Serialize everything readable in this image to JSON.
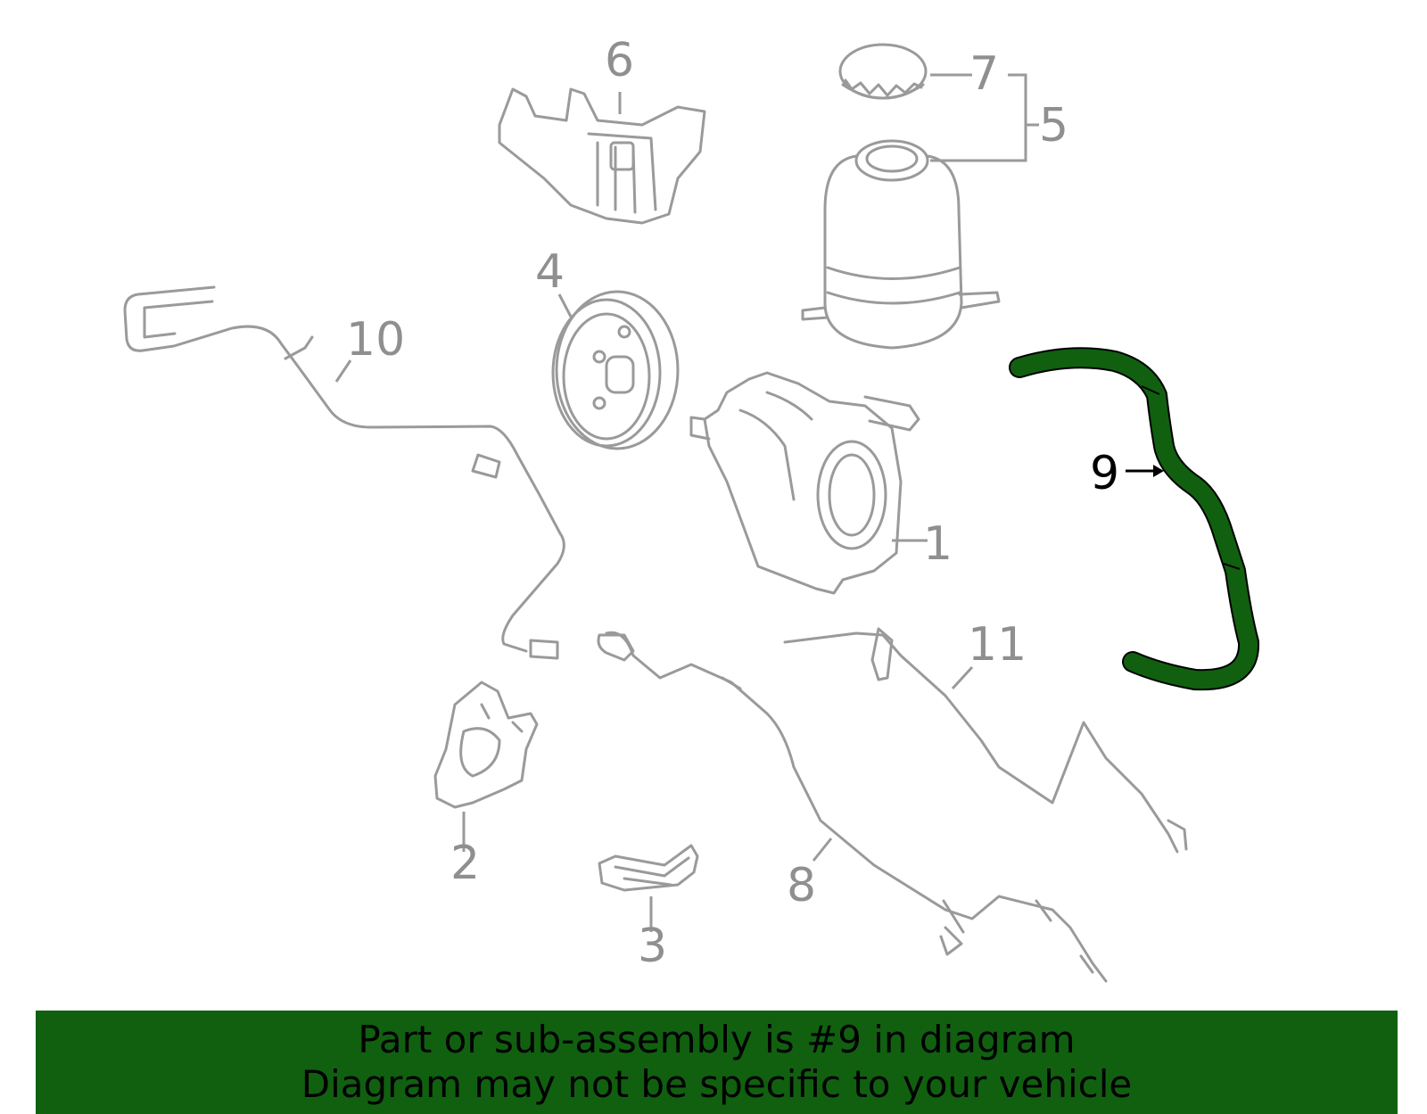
{
  "callouts": {
    "c1": "1",
    "c2": "2",
    "c3": "3",
    "c4": "4",
    "c5": "5",
    "c6": "6",
    "c7": "7",
    "c8": "8",
    "c9": "9",
    "c10": "10",
    "c11": "11"
  },
  "colors": {
    "highlight": "#106010",
    "line_art": "#9a9a9a",
    "banner_bg": "#106010"
  },
  "banner": {
    "line1": "Part or sub-assembly is #9 in diagram",
    "line2": "Diagram may not be specific to your vehicle"
  }
}
